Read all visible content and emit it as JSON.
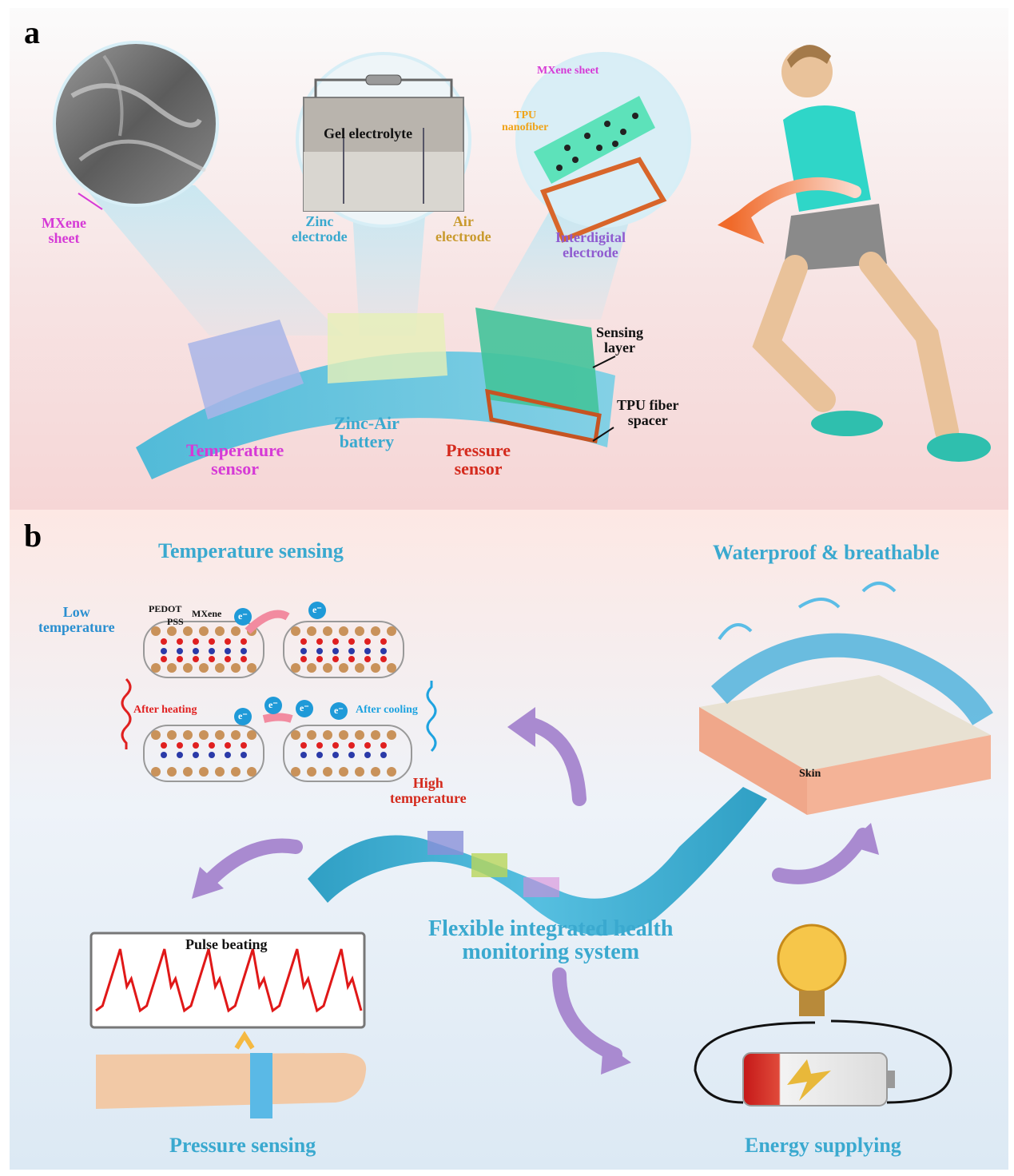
{
  "panel_a": {
    "letter": "a",
    "mxene_callout": {
      "line1": "MXene",
      "line2": "sheet"
    },
    "gel_electrolyte": "Gel electrolyte",
    "zinc_electrode": {
      "line1": "Zinc",
      "line2": "electrode"
    },
    "air_electrode": {
      "line1": "Air",
      "line2": "electrode"
    },
    "mxene_sheet_label": "MXene sheet",
    "tpu_nanofiber": {
      "line1": "TPU",
      "line2": "nanofiber"
    },
    "interdigital_electrode": {
      "line1": "Interdigital",
      "line2": "electrode"
    },
    "sensing_layer": {
      "line1": "Sensing",
      "line2": "layer"
    },
    "tpu_fiber_spacer": {
      "line1": "TPU fiber",
      "line2": "spacer"
    },
    "temperature_sensor": {
      "line1": "Temperature",
      "line2": "sensor"
    },
    "zinc_air_battery": {
      "line1": "Zinc-Air",
      "line2": "battery"
    },
    "pressure_sensor": {
      "line1": "Pressure",
      "line2": "sensor"
    }
  },
  "panel_b": {
    "letter": "b",
    "temperature_sensing": "Temperature sensing",
    "waterproof_breathable": "Waterproof & breathable",
    "low_temperature": {
      "line1": "Low",
      "line2": "temperature"
    },
    "pedot": "PEDOT",
    "pss": "PSS",
    "mxene": "MXene",
    "electron": "e⁻",
    "after_heating": "After heating",
    "after_cooling": "After cooling",
    "high_temperature": {
      "line1": "High",
      "line2": "temperature"
    },
    "skin": "Skin",
    "pulse_beating": "Pulse beating",
    "system_title": {
      "line1": "Flexible integrated health",
      "line2": "monitoring system"
    },
    "pressure_sensing": "Pressure sensing",
    "energy_supplying": "Energy supplying"
  },
  "colors": {
    "magenta": "#d63ad6",
    "cyan": "#3aa9cf",
    "gold": "#c99a2e",
    "orange_label": "#f0a318",
    "purple": "#8f5bd0",
    "red": "#d42a1d",
    "low_temp_blue": "#2a8fd0",
    "pulse_red": "#e01818",
    "arrow_purple": "#a98ad0"
  }
}
